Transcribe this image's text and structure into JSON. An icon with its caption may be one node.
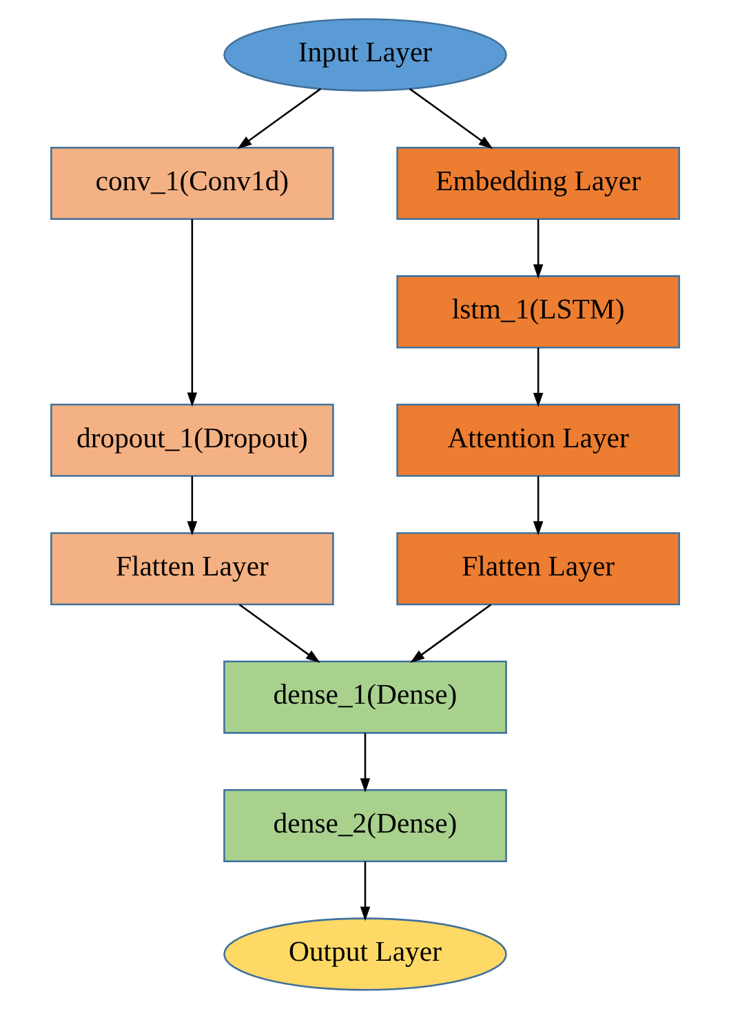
{
  "diagram": {
    "nodes": [
      {
        "text": [
          "Input Layer"
        ]
      },
      {
        "text": [
          "conv_1(Conv1d)"
        ]
      },
      {
        "text": [
          "Embedding Layer"
        ]
      },
      {
        "text": [
          "dropout_1(Dropout)"
        ]
      },
      {
        "text": [
          "lstm_1(LSTM)"
        ]
      },
      {
        "text": [
          "Attention Layer"
        ]
      },
      {
        "text": [
          "Flatten Layer"
        ]
      },
      {
        "text": [
          "Flatten Layer"
        ]
      },
      {
        "text": [
          "dense_1(Dense)"
        ]
      },
      {
        "text": [
          "dense_2(Dense)"
        ]
      },
      {
        "text": [
          "Output Layer"
        ]
      }
    ],
    "edges": [
      {
        "from": 0,
        "to": 1,
        "arrow": "to"
      },
      {
        "from": 0,
        "to": 2,
        "arrow": "to"
      },
      {
        "from": 1,
        "to": 3,
        "arrow": "to"
      },
      {
        "from": 2,
        "to": 4,
        "arrow": "to"
      },
      {
        "from": 4,
        "to": 5,
        "arrow": "to"
      },
      {
        "from": 3,
        "to": 6,
        "arrow": "to"
      },
      {
        "from": 5,
        "to": 7,
        "arrow": "to"
      },
      {
        "from": 6,
        "to": 8,
        "arrow": "to"
      },
      {
        "from": 7,
        "to": 8,
        "arrow": "to"
      },
      {
        "from": 8,
        "to": 9,
        "arrow": "to"
      },
      {
        "from": 9,
        "to": 10,
        "arrow": "to"
      }
    ]
  }
}
